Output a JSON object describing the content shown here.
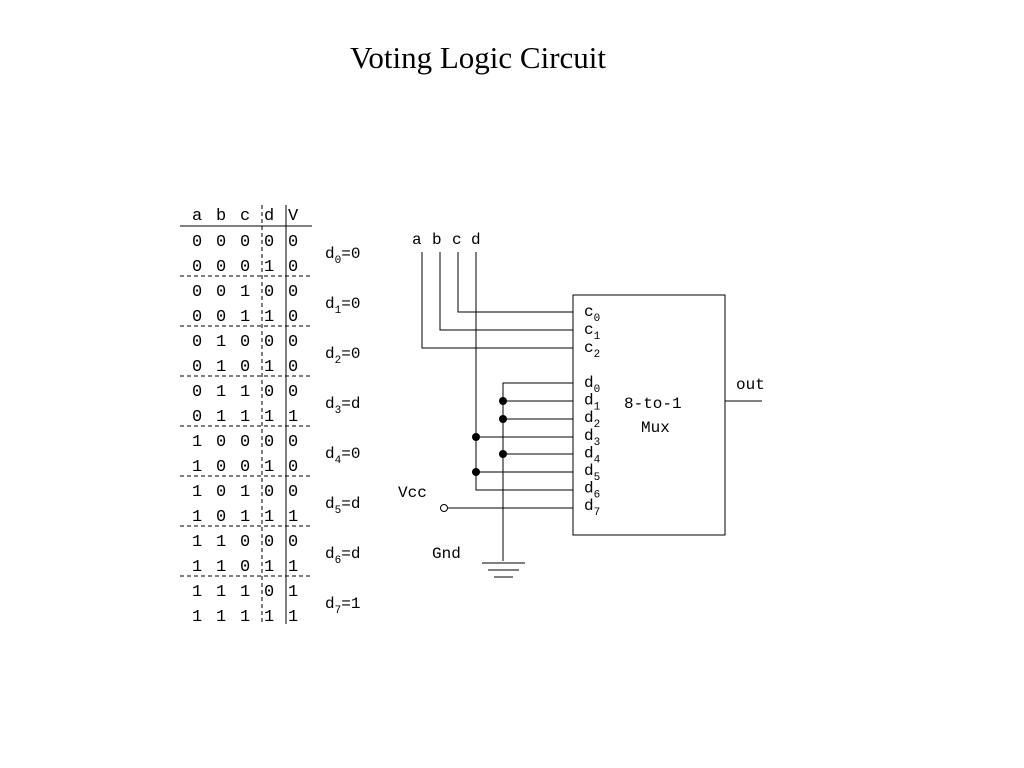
{
  "title": "Voting Logic Circuit",
  "truth_table": {
    "headers": [
      "a",
      "b",
      "c",
      "d",
      "V"
    ],
    "rows": [
      [
        "0",
        "0",
        "0",
        "0",
        "0"
      ],
      [
        "0",
        "0",
        "0",
        "1",
        "0"
      ],
      [
        "0",
        "0",
        "1",
        "0",
        "0"
      ],
      [
        "0",
        "0",
        "1",
        "1",
        "0"
      ],
      [
        "0",
        "1",
        "0",
        "0",
        "0"
      ],
      [
        "0",
        "1",
        "0",
        "1",
        "0"
      ],
      [
        "0",
        "1",
        "1",
        "0",
        "0"
      ],
      [
        "0",
        "1",
        "1",
        "1",
        "1"
      ],
      [
        "1",
        "0",
        "0",
        "0",
        "0"
      ],
      [
        "1",
        "0",
        "0",
        "1",
        "0"
      ],
      [
        "1",
        "0",
        "1",
        "0",
        "0"
      ],
      [
        "1",
        "0",
        "1",
        "1",
        "1"
      ],
      [
        "1",
        "1",
        "0",
        "0",
        "0"
      ],
      [
        "1",
        "1",
        "0",
        "1",
        "1"
      ],
      [
        "1",
        "1",
        "1",
        "0",
        "1"
      ],
      [
        "1",
        "1",
        "1",
        "1",
        "1"
      ]
    ]
  },
  "data_assignments": [
    {
      "base": "d",
      "sub": "0",
      "rest": "=0"
    },
    {
      "base": "d",
      "sub": "1",
      "rest": "=0"
    },
    {
      "base": "d",
      "sub": "2",
      "rest": "=0"
    },
    {
      "base": "d",
      "sub": "3",
      "rest": "=d"
    },
    {
      "base": "d",
      "sub": "4",
      "rest": "=0"
    },
    {
      "base": "d",
      "sub": "5",
      "rest": "=d"
    },
    {
      "base": "d",
      "sub": "6",
      "rest": "=d"
    },
    {
      "base": "d",
      "sub": "7",
      "rest": "=1"
    }
  ],
  "circuit": {
    "inputs": [
      "a",
      "b",
      "c",
      "d"
    ],
    "mux_line1": "8-to-1",
    "mux_line2": "Mux",
    "output_label": "out",
    "vcc_label": "Vcc",
    "gnd_label": "Gnd",
    "select_pins": [
      {
        "base": "c",
        "sub": "0"
      },
      {
        "base": "c",
        "sub": "1"
      },
      {
        "base": "c",
        "sub": "2"
      }
    ],
    "data_pins": [
      {
        "base": "d",
        "sub": "0"
      },
      {
        "base": "d",
        "sub": "1"
      },
      {
        "base": "d",
        "sub": "2"
      },
      {
        "base": "d",
        "sub": "3"
      },
      {
        "base": "d",
        "sub": "4"
      },
      {
        "base": "d",
        "sub": "5"
      },
      {
        "base": "d",
        "sub": "6"
      },
      {
        "base": "d",
        "sub": "7"
      }
    ]
  }
}
